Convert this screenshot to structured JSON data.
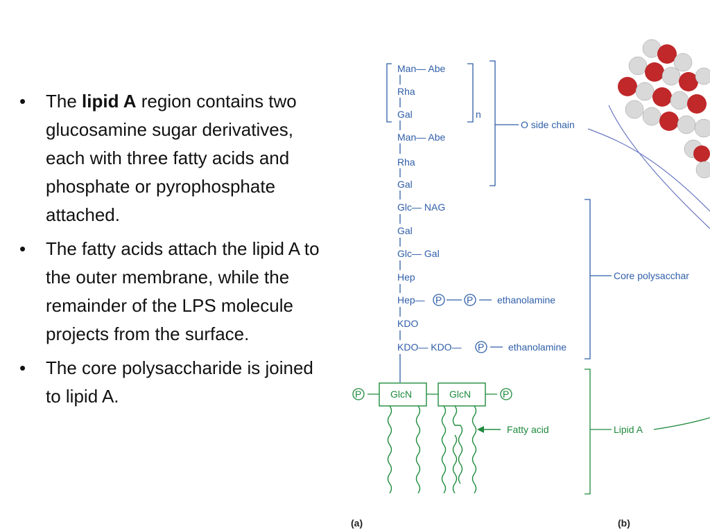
{
  "bullets": [
    {
      "pre": "The ",
      "bold": "lipid A",
      "post": " region contains two glucosamine sugar derivatives, each with three fatty acids and phosphate or pyrophosphate attached."
    },
    {
      "pre": "The fatty acids attach the lipid A to the outer membrane, while the remainder of the LPS molecule projects from the surface.",
      "bold": "",
      "post": ""
    },
    {
      "pre": " The core polysaccharide is joined to lipid A.",
      "bold": "",
      "post": ""
    }
  ],
  "bullet_char": "•",
  "diagram": {
    "o_chain": {
      "rows": [
        "Man— Abe",
        "Rha",
        "Gal",
        "Man— Abe",
        "Rha",
        "Gal"
      ],
      "repeat_n": "n",
      "label": "O side chain"
    },
    "core": {
      "rows": [
        "Glc— NAG",
        "Gal",
        "Glc— Gal",
        "Hep"
      ],
      "hep_row": {
        "left": "Hep—",
        "p1": "P",
        "p2": "P",
        "right": "ethanolamine"
      },
      "kdo1": "KDO",
      "kdo_row": {
        "left": "KDO— KDO—",
        "p": "P",
        "right": "ethanolamine"
      },
      "label": "Core polysacchar"
    },
    "lipid_a": {
      "p_left": "P",
      "glcn1": "GlcN",
      "glcn2": "GlcN",
      "p_right": "P",
      "fatty_acid_label": "Fatty  acid",
      "label": "Lipid A"
    },
    "panel_a": "(a)",
    "panel_b": "(b)",
    "colors": {
      "blue": "#2f5ea8",
      "green": "#1e8a3c",
      "oxygen": "#c0282a",
      "hydrogen": "#d9d9d9"
    }
  }
}
